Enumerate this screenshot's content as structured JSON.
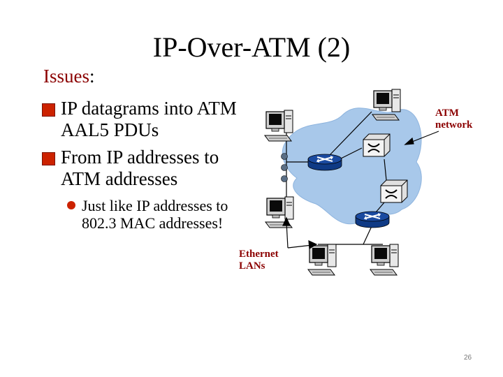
{
  "slide": {
    "title": "IP-Over-ATM (2)",
    "issues_label": "Issues",
    "issues_colon": ":",
    "bullets": [
      {
        "text": "IP datagrams into ATM AAL5 PDUs"
      },
      {
        "text": "From IP addresses to ATM addresses"
      }
    ],
    "sub_bullets": [
      {
        "text": "Just like IP addresses to 802.3 MAC addresses!"
      }
    ],
    "page_number": "26"
  },
  "diagram": {
    "atm_label_line1": "ATM",
    "atm_label_line2": "network",
    "ethernet_label_line1": "Ethernet",
    "ethernet_label_line2": "LANs",
    "colors": {
      "atm_cloud": "#a8c8ea",
      "router": "#1a4aa0",
      "switch": "#f2f2f2",
      "bullet_red": "#cc2200",
      "label_red": "#8b0000"
    },
    "icons": [
      "computer-icon",
      "router-icon",
      "atm-switch-icon",
      "ellipsis-dots-icon"
    ]
  }
}
